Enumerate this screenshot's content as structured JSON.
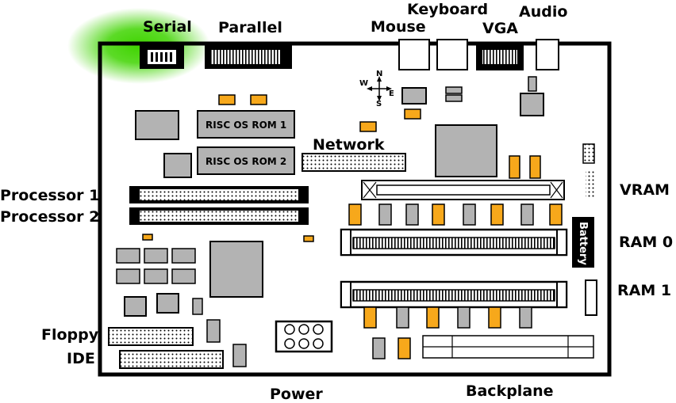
{
  "labels": {
    "serial": "Serial",
    "parallel": "Parallel",
    "mouse": "Mouse",
    "keyboard": "Keyboard",
    "vga": "VGA",
    "audio": "Audio",
    "network": "Network",
    "processor1": "Processor 1",
    "processor2": "Processor 2",
    "vram": "VRAM",
    "ram0": "RAM 0",
    "ram1": "RAM 1",
    "floppy": "Floppy",
    "ide": "IDE",
    "power": "Power",
    "backplane": "Backplane"
  },
  "chips": {
    "rom1": "RISC OS ROM 1",
    "rom2": "RISC OS ROM 2",
    "battery": "Battery"
  },
  "compass": {
    "n": "N",
    "s": "S",
    "e": "E",
    "w": "W"
  },
  "colors": {
    "board_outline": "#000000",
    "chip_gray": "#b3b3b3",
    "capacitor_orange": "#f7a81b",
    "highlight_green": "#3fd400",
    "battery_black": "#000000"
  }
}
